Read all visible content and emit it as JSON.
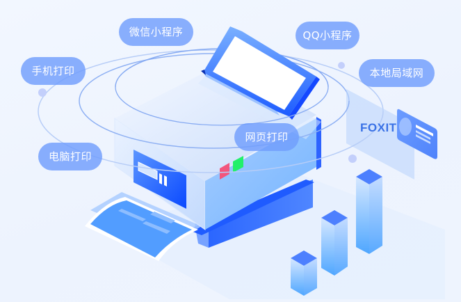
{
  "illustration": {
    "subject": "isometric-printer-connectivity",
    "brand_label": "FOXIT",
    "colors": {
      "background": "#eef4fe",
      "pill_fill": "#709efc",
      "pill_text": "#ffffff",
      "primary_blue": "#1f5bff",
      "light_blue": "#8fc0ff",
      "orbit_line": "#7fa6f0",
      "brand_text": "#3a72e6",
      "indicator_red": "#f2557d",
      "indicator_green": "#22f06a"
    }
  },
  "labels": [
    {
      "id": "wechat",
      "text": "微信小程序"
    },
    {
      "id": "mobile",
      "text": "手机打印"
    },
    {
      "id": "qq",
      "text": "QQ小程序"
    },
    {
      "id": "lan",
      "text": "本地局域网"
    },
    {
      "id": "web",
      "text": "网页打印"
    },
    {
      "id": "pc",
      "text": "电脑打印"
    }
  ]
}
